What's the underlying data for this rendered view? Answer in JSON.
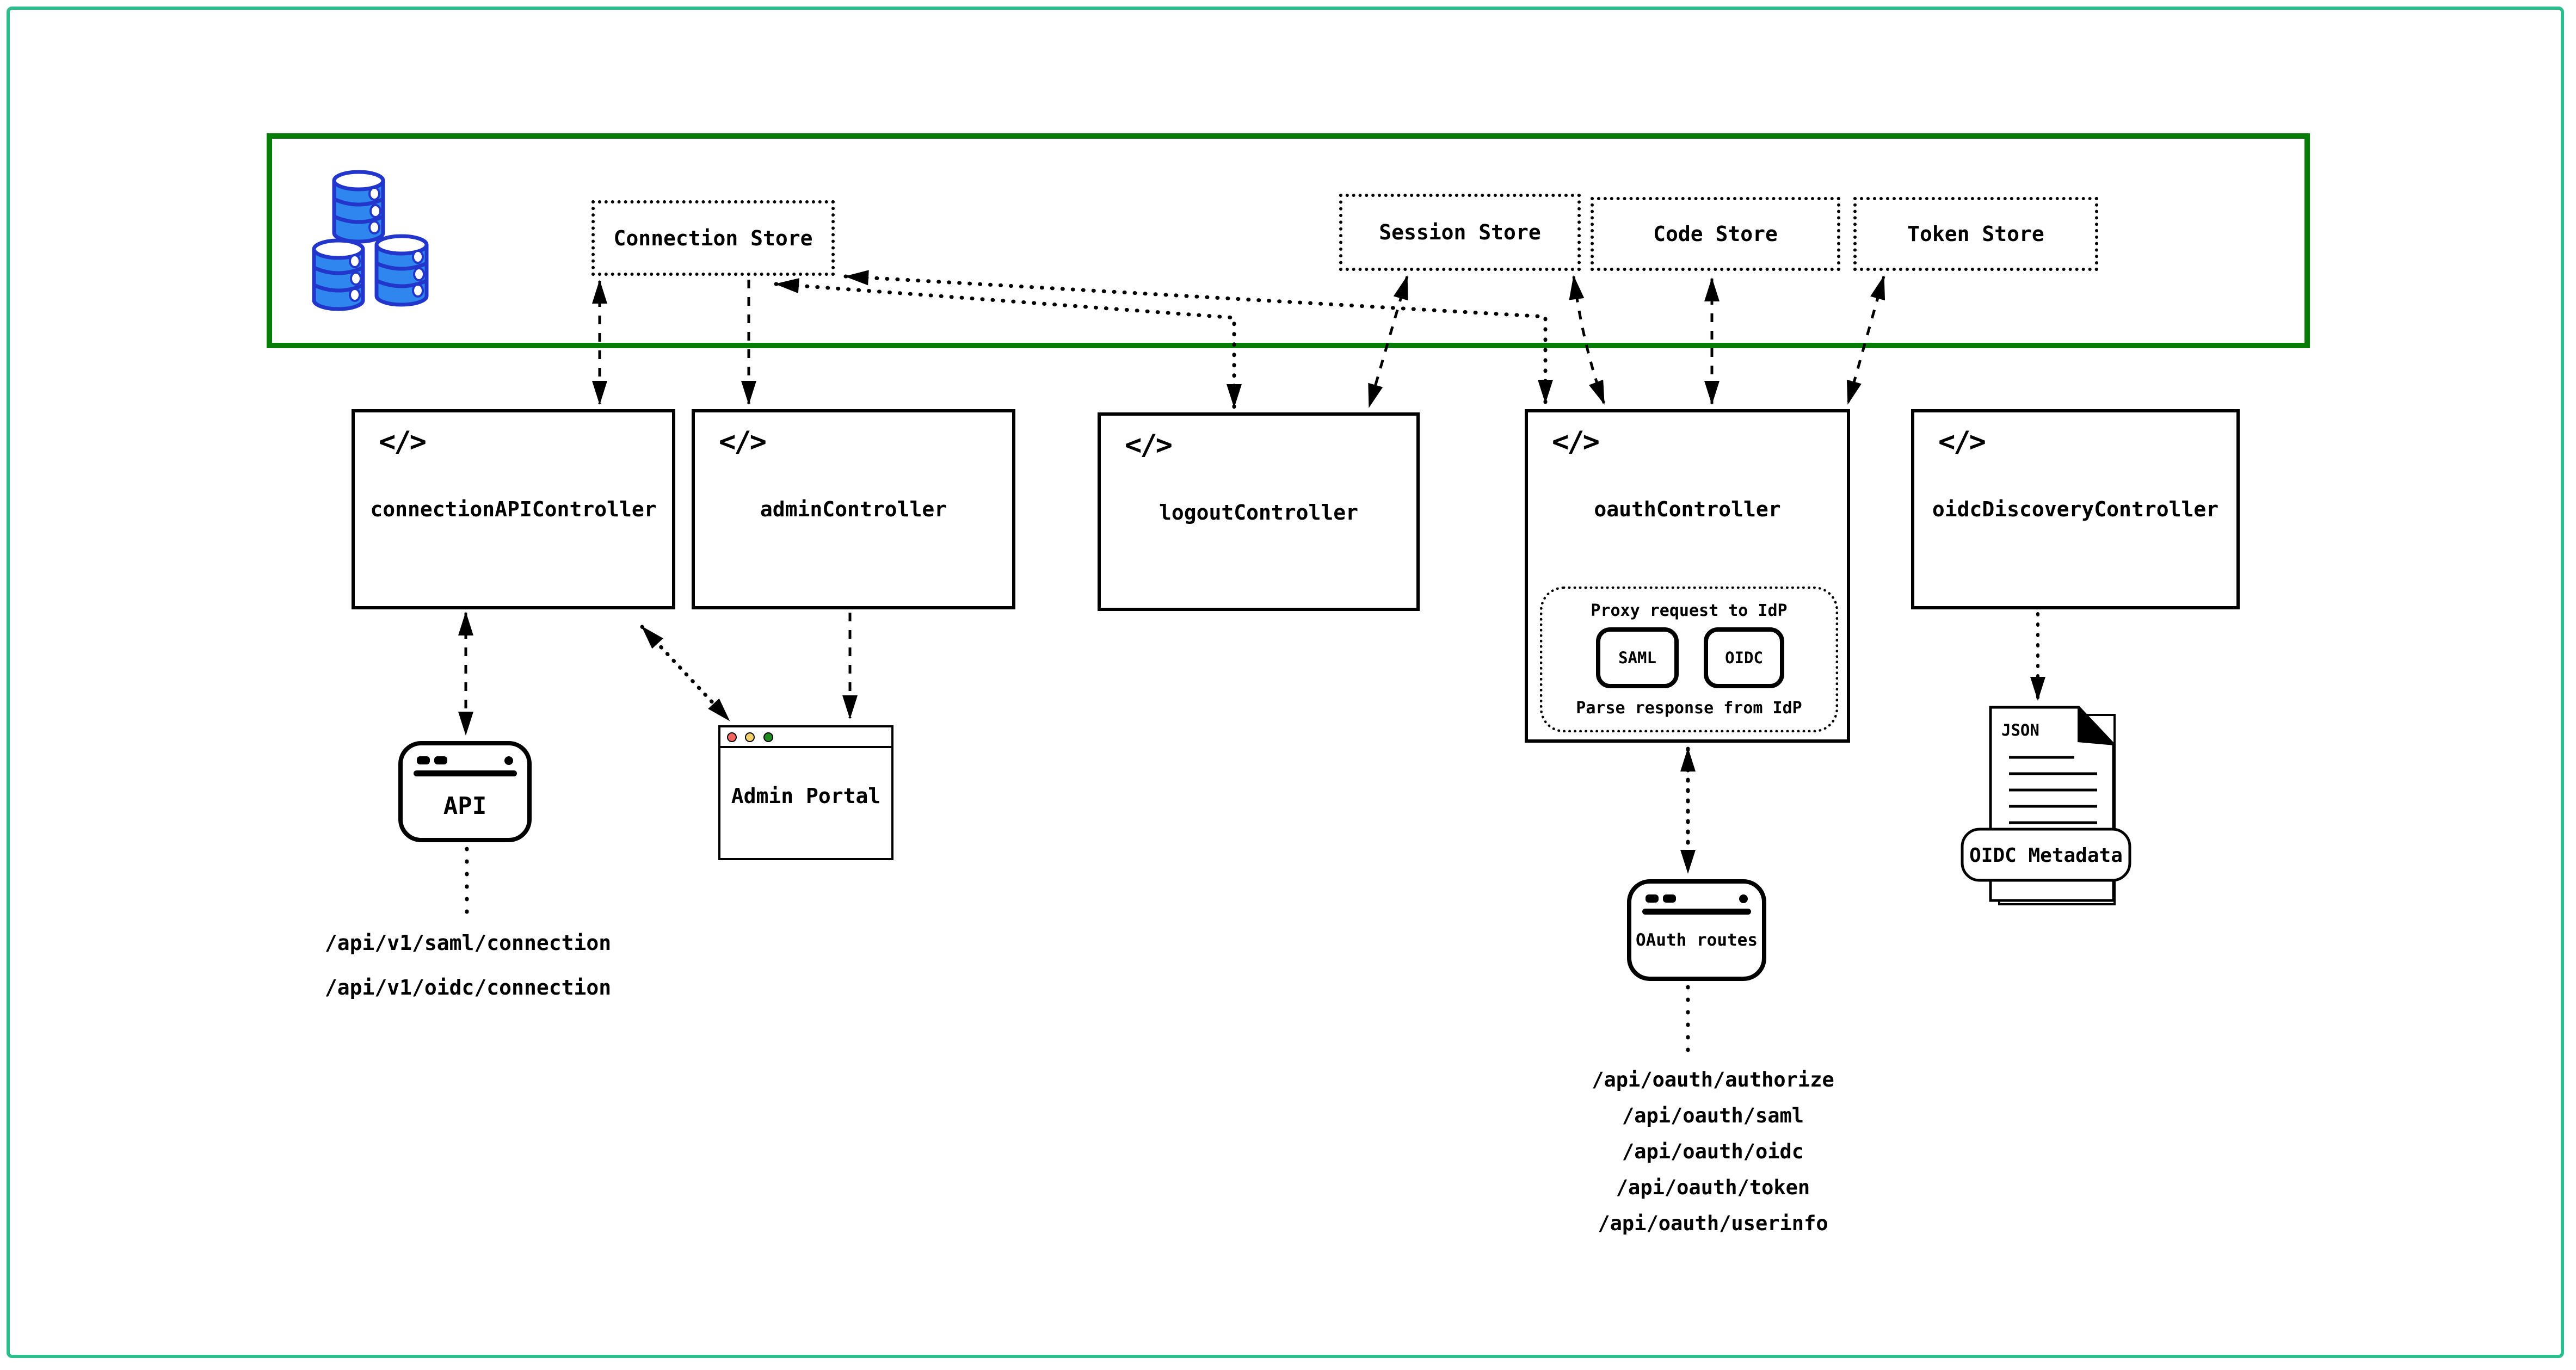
{
  "diagram": {
    "code_glyph": "</>",
    "stores": {
      "connection": "Connection Store",
      "session": "Session Store",
      "code": "Code Store",
      "token": "Token Store"
    },
    "controllers": {
      "connection_api": "connectionAPIController",
      "admin": "adminController",
      "logout": "logoutController",
      "oauth": "oauthController",
      "oidc_discovery": "oidcDiscoveryController"
    },
    "oauth_internals": {
      "proxy_label": "Proxy request to IdP",
      "parse_label": "Parse response from IdP",
      "saml": "SAML",
      "oidc": "OIDC"
    },
    "clients": {
      "api": "API",
      "admin_portal": "Admin Portal",
      "oauth_routes": "OAuth routes"
    },
    "document": {
      "type_label": "JSON",
      "title": "OIDC Metadata"
    },
    "endpoints": {
      "connection_api": [
        "/api/v1/saml/connection",
        "/api/v1/oidc/connection"
      ],
      "oauth": [
        "/api/oauth/authorize",
        "/api/oauth/saml",
        "/api/oauth/oidc",
        "/api/oauth/token",
        "/api/oauth/userinfo"
      ]
    },
    "colors": {
      "outer_border": "#2EBE8E",
      "store_container_border": "#077D07",
      "database_fill": "#2E86EE",
      "database_stroke": "#2236CC",
      "traffic_red": "#F4655F",
      "traffic_yellow": "#F2D06A",
      "traffic_green": "#1F8B1F"
    }
  }
}
